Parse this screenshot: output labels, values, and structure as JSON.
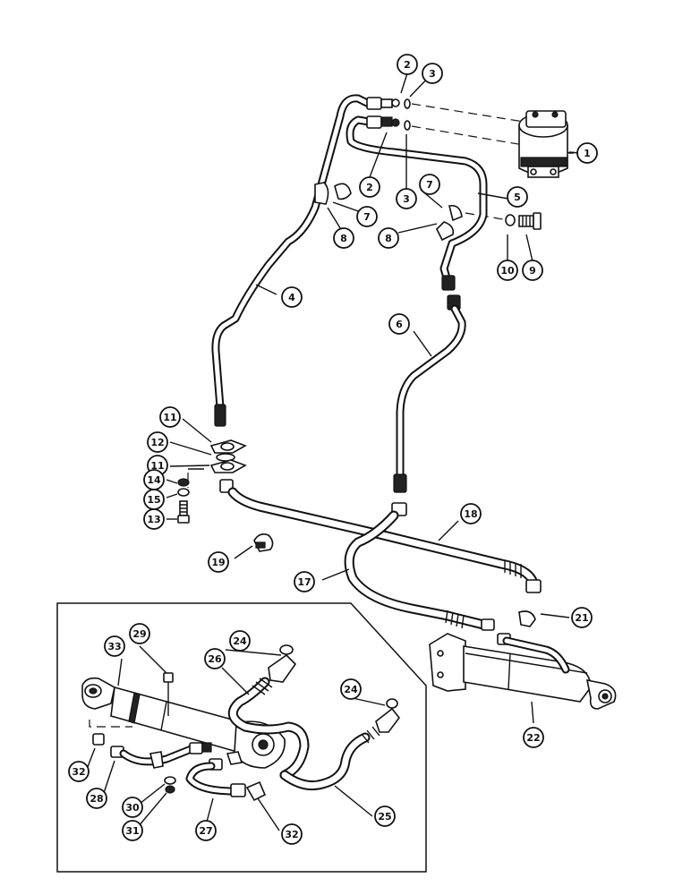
{
  "diagram": {
    "callouts": [
      {
        "label": "1"
      },
      {
        "label": "2"
      },
      {
        "label": "3"
      },
      {
        "label": "2"
      },
      {
        "label": "3"
      },
      {
        "label": "7"
      },
      {
        "label": "7"
      },
      {
        "label": "5"
      },
      {
        "label": "8"
      },
      {
        "label": "8"
      },
      {
        "label": "10"
      },
      {
        "label": "9"
      },
      {
        "label": "4"
      },
      {
        "label": "6"
      },
      {
        "label": "11"
      },
      {
        "label": "12"
      },
      {
        "label": "11"
      },
      {
        "label": "14"
      },
      {
        "label": "15"
      },
      {
        "label": "13"
      },
      {
        "label": "18"
      },
      {
        "label": "19"
      },
      {
        "label": "17"
      },
      {
        "label": "21"
      },
      {
        "label": "22"
      },
      {
        "label": "29"
      },
      {
        "label": "33"
      },
      {
        "label": "24"
      },
      {
        "label": "26"
      },
      {
        "label": "24"
      },
      {
        "label": "32"
      },
      {
        "label": "28"
      },
      {
        "label": "30"
      },
      {
        "label": "31"
      },
      {
        "label": "27"
      },
      {
        "label": "32"
      },
      {
        "label": "25"
      }
    ]
  }
}
